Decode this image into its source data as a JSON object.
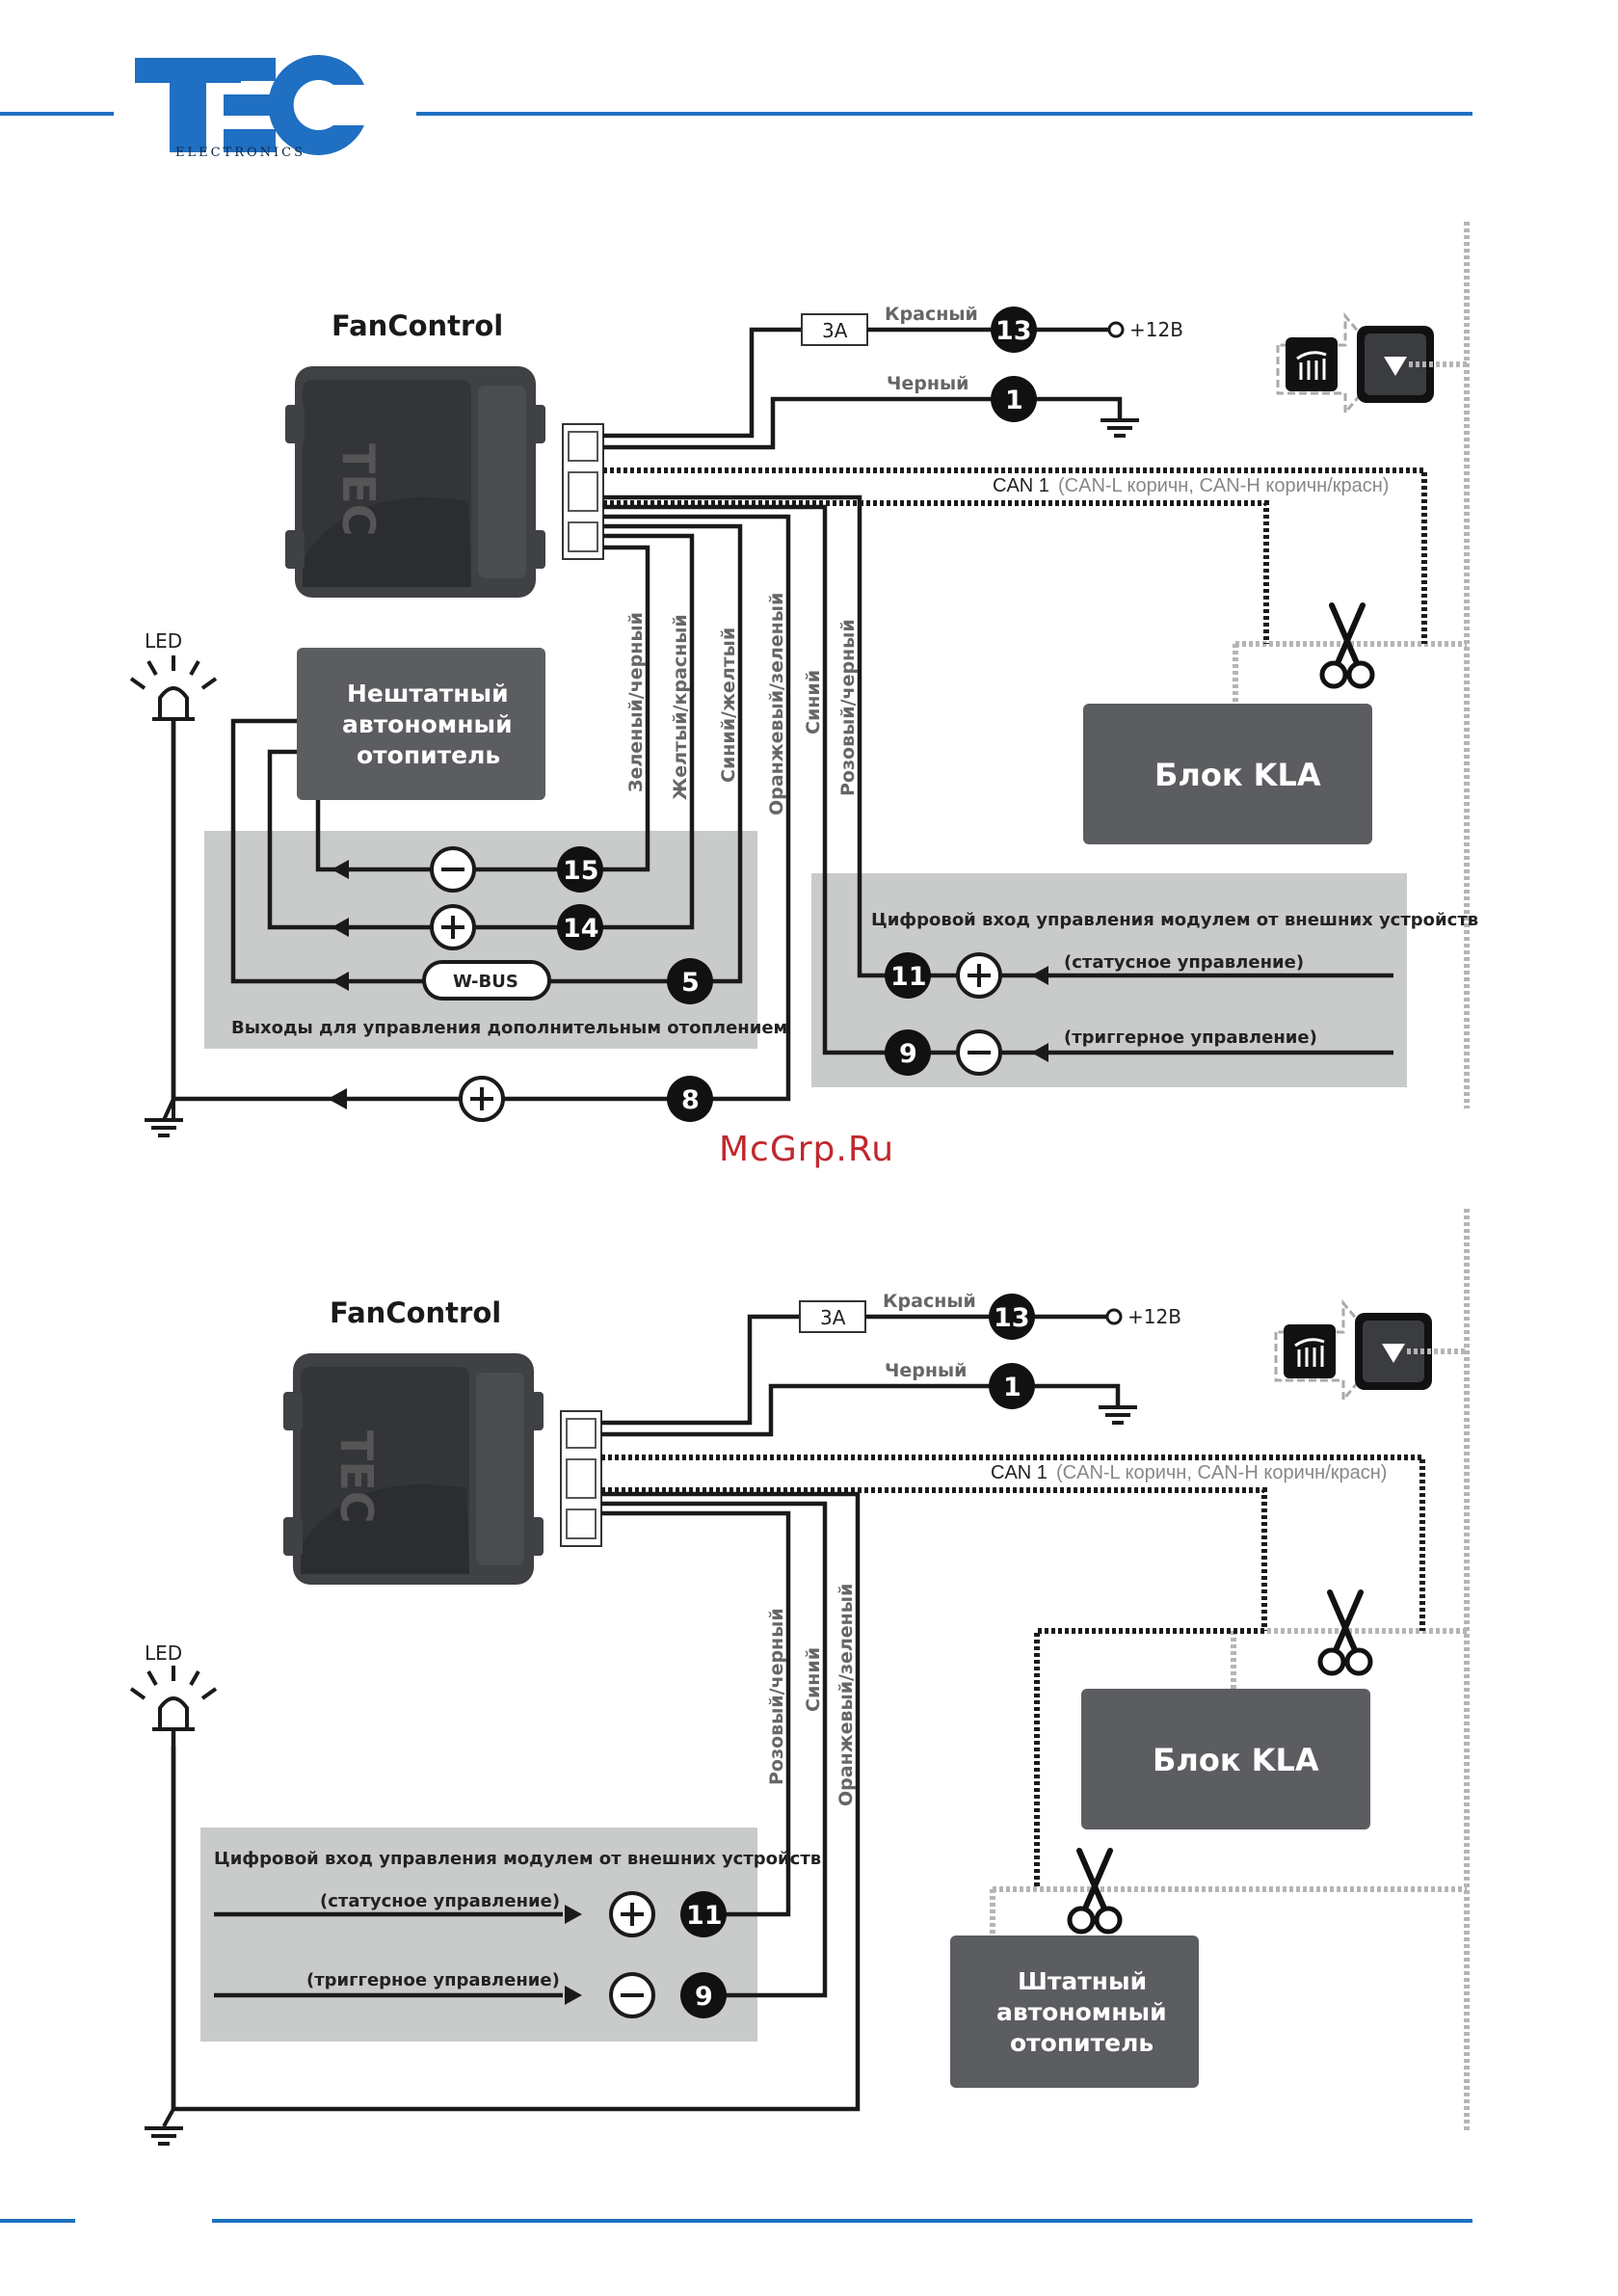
{
  "brand": {
    "logo_text": "TEC",
    "logo_sub": "ELECTRONICS",
    "color": "#1f6fc2"
  },
  "watermark": "McGrp.Ru",
  "colors": {
    "panel": "#c9cbcb",
    "box": "#5b5d60",
    "wire": "#1a1a1a",
    "bus": "#b8b8b8"
  },
  "diagram1": {
    "module_title": "FanControl",
    "fuse": "3А",
    "red_label": "Красный",
    "black_label": "Черный",
    "plus12": "+12В",
    "can_label": "CAN 1",
    "can_detail": "(CAN-L коричн, CAN-H коричн/красн)",
    "kla_box": "Блок KLA",
    "heater_lines": [
      "Нештатный",
      "автономный",
      "отопитель"
    ],
    "led_label": "LED",
    "wire_colors": [
      "Зеленый/черный",
      "Желтый/красный",
      "Синий/желтый",
      "Оранжевый/зеленый",
      "Синий",
      "Розовый/черный"
    ],
    "outputs_caption": "Выходы для управления дополнительным отоплением",
    "inputs_caption": "Цифровой вход управления модулем от внешних устройств",
    "status_label": "(статусное управление)",
    "trigger_label": "(триггерное управление)",
    "wbus_label": "W-BUS",
    "pins": {
      "p13": "13",
      "p1": "1",
      "p15": "15",
      "p14": "14",
      "p5": "5",
      "p8": "8",
      "p11": "11",
      "p9": "9"
    }
  },
  "diagram2": {
    "module_title": "FanControl",
    "fuse": "3А",
    "red_label": "Красный",
    "black_label": "Черный",
    "plus12": "+12В",
    "can_label": "CAN 1",
    "can_detail": "(CAN-L коричн, CAN-H коричн/красн)",
    "kla_box": "Блок KLA",
    "heater_lines": [
      "Штатный",
      "автономный",
      "отопитель"
    ],
    "led_label": "LED",
    "wire_colors": [
      "Розовый/черный",
      "Синий",
      "Оранжевый/зеленый"
    ],
    "inputs_caption": "Цифровой вход управления модулем от внешних устройств",
    "status_label": "(статусное управление)",
    "trigger_label": "(триггерное управление)",
    "pins": {
      "p13": "13",
      "p1": "1",
      "p11": "11",
      "p9": "9"
    }
  }
}
